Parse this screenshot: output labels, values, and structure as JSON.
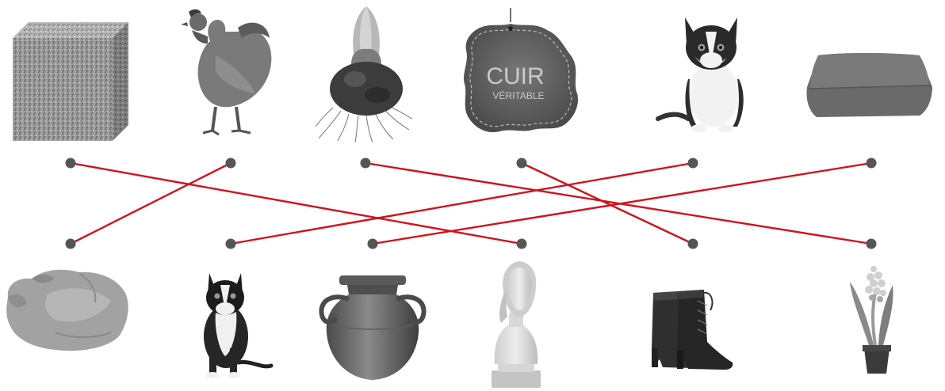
{
  "top_row": [
    {
      "id": "granite-cube",
      "icon": "granite-block-image"
    },
    {
      "id": "chicken",
      "icon": "hen-image"
    },
    {
      "id": "bulb",
      "icon": "flower-bulb-image"
    },
    {
      "id": "leather-tag",
      "icon": "leather-label-image",
      "label_line1": "CUIR",
      "label_line2": "VÉRITABLE"
    },
    {
      "id": "kitten",
      "icon": "kitten-image"
    },
    {
      "id": "clay-slab",
      "icon": "clay-slab-image"
    }
  ],
  "bottom_row": [
    {
      "id": "roast-chicken",
      "icon": "roast-chicken-image"
    },
    {
      "id": "cat",
      "icon": "cat-image"
    },
    {
      "id": "amphora",
      "icon": "clay-jar-image"
    },
    {
      "id": "bust",
      "icon": "stone-bust-image"
    },
    {
      "id": "boots",
      "icon": "leather-boots-image"
    },
    {
      "id": "hyacinth",
      "icon": "potted-hyacinth-image"
    }
  ],
  "connections": [
    {
      "from": 0,
      "to": 3
    },
    {
      "from": 1,
      "to": 0
    },
    {
      "from": 2,
      "to": 5
    },
    {
      "from": 3,
      "to": 4
    },
    {
      "from": 4,
      "to": 1
    },
    {
      "from": 5,
      "to": 2
    }
  ],
  "colors": {
    "line": "#d0121c",
    "dot": "#555555"
  }
}
